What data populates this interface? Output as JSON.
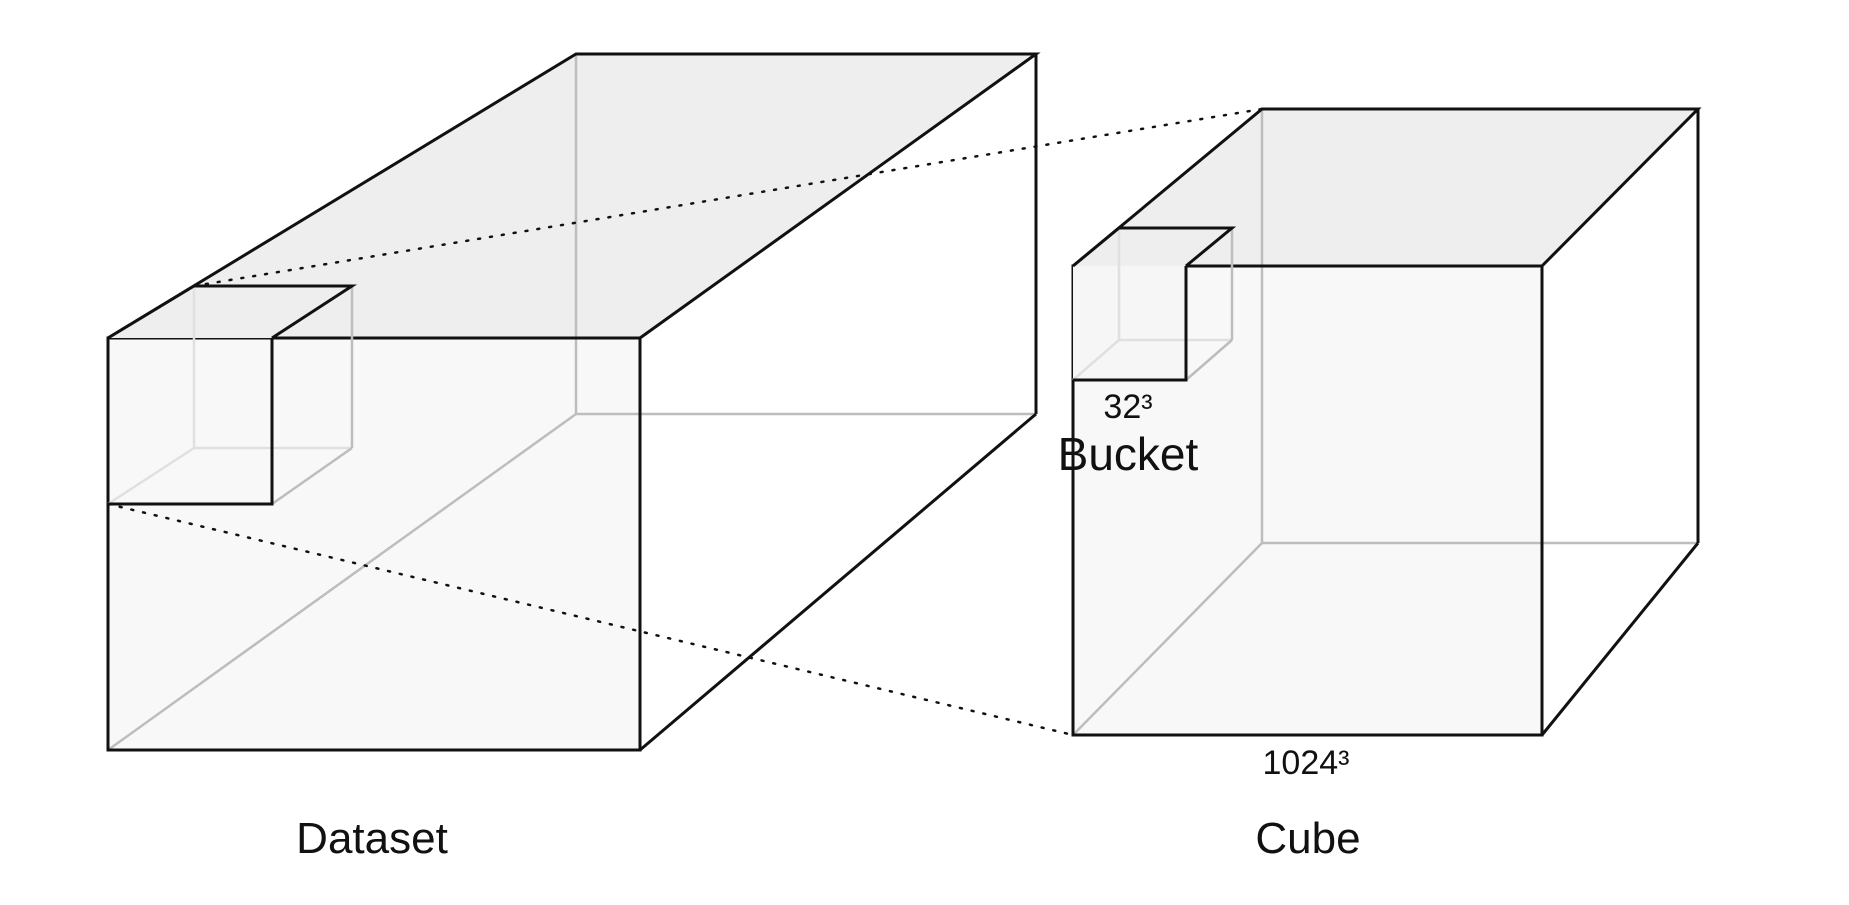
{
  "labels": {
    "dataset": "Dataset",
    "cube": "Cube",
    "bucket": "Bucket",
    "bucket_size": "32³",
    "cube_size": "1024³"
  }
}
